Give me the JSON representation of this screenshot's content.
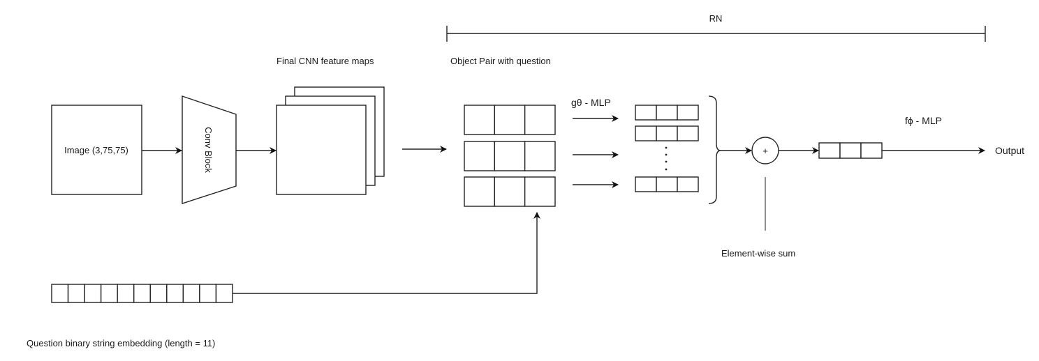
{
  "diagram": {
    "title_bracket_label": "RN",
    "labels": {
      "feature_maps": "Final CNN feature maps",
      "object_pair": "Object Pair with question",
      "g_theta": "gθ - MLP",
      "f_phi": "fϕ - MLP",
      "output": "Output",
      "element_wise_sum": "Element-wise sum",
      "question_embedding": "Question binary string embedding (length = 11)"
    },
    "nodes": {
      "image": {
        "label": "Image (3,75,75)"
      },
      "conv_block": {
        "label": "Conv Block"
      },
      "sum_node": {
        "symbol": "+"
      }
    },
    "structure": {
      "feature_map_stack_count": 3,
      "object_pair_rows": 3,
      "object_pair_cells_per_row": 3,
      "g_outputs_visible": 3,
      "g_output_cells": 3,
      "f_input_cells": 3,
      "question_cells": 11
    },
    "ellipsis": "⋮"
  }
}
